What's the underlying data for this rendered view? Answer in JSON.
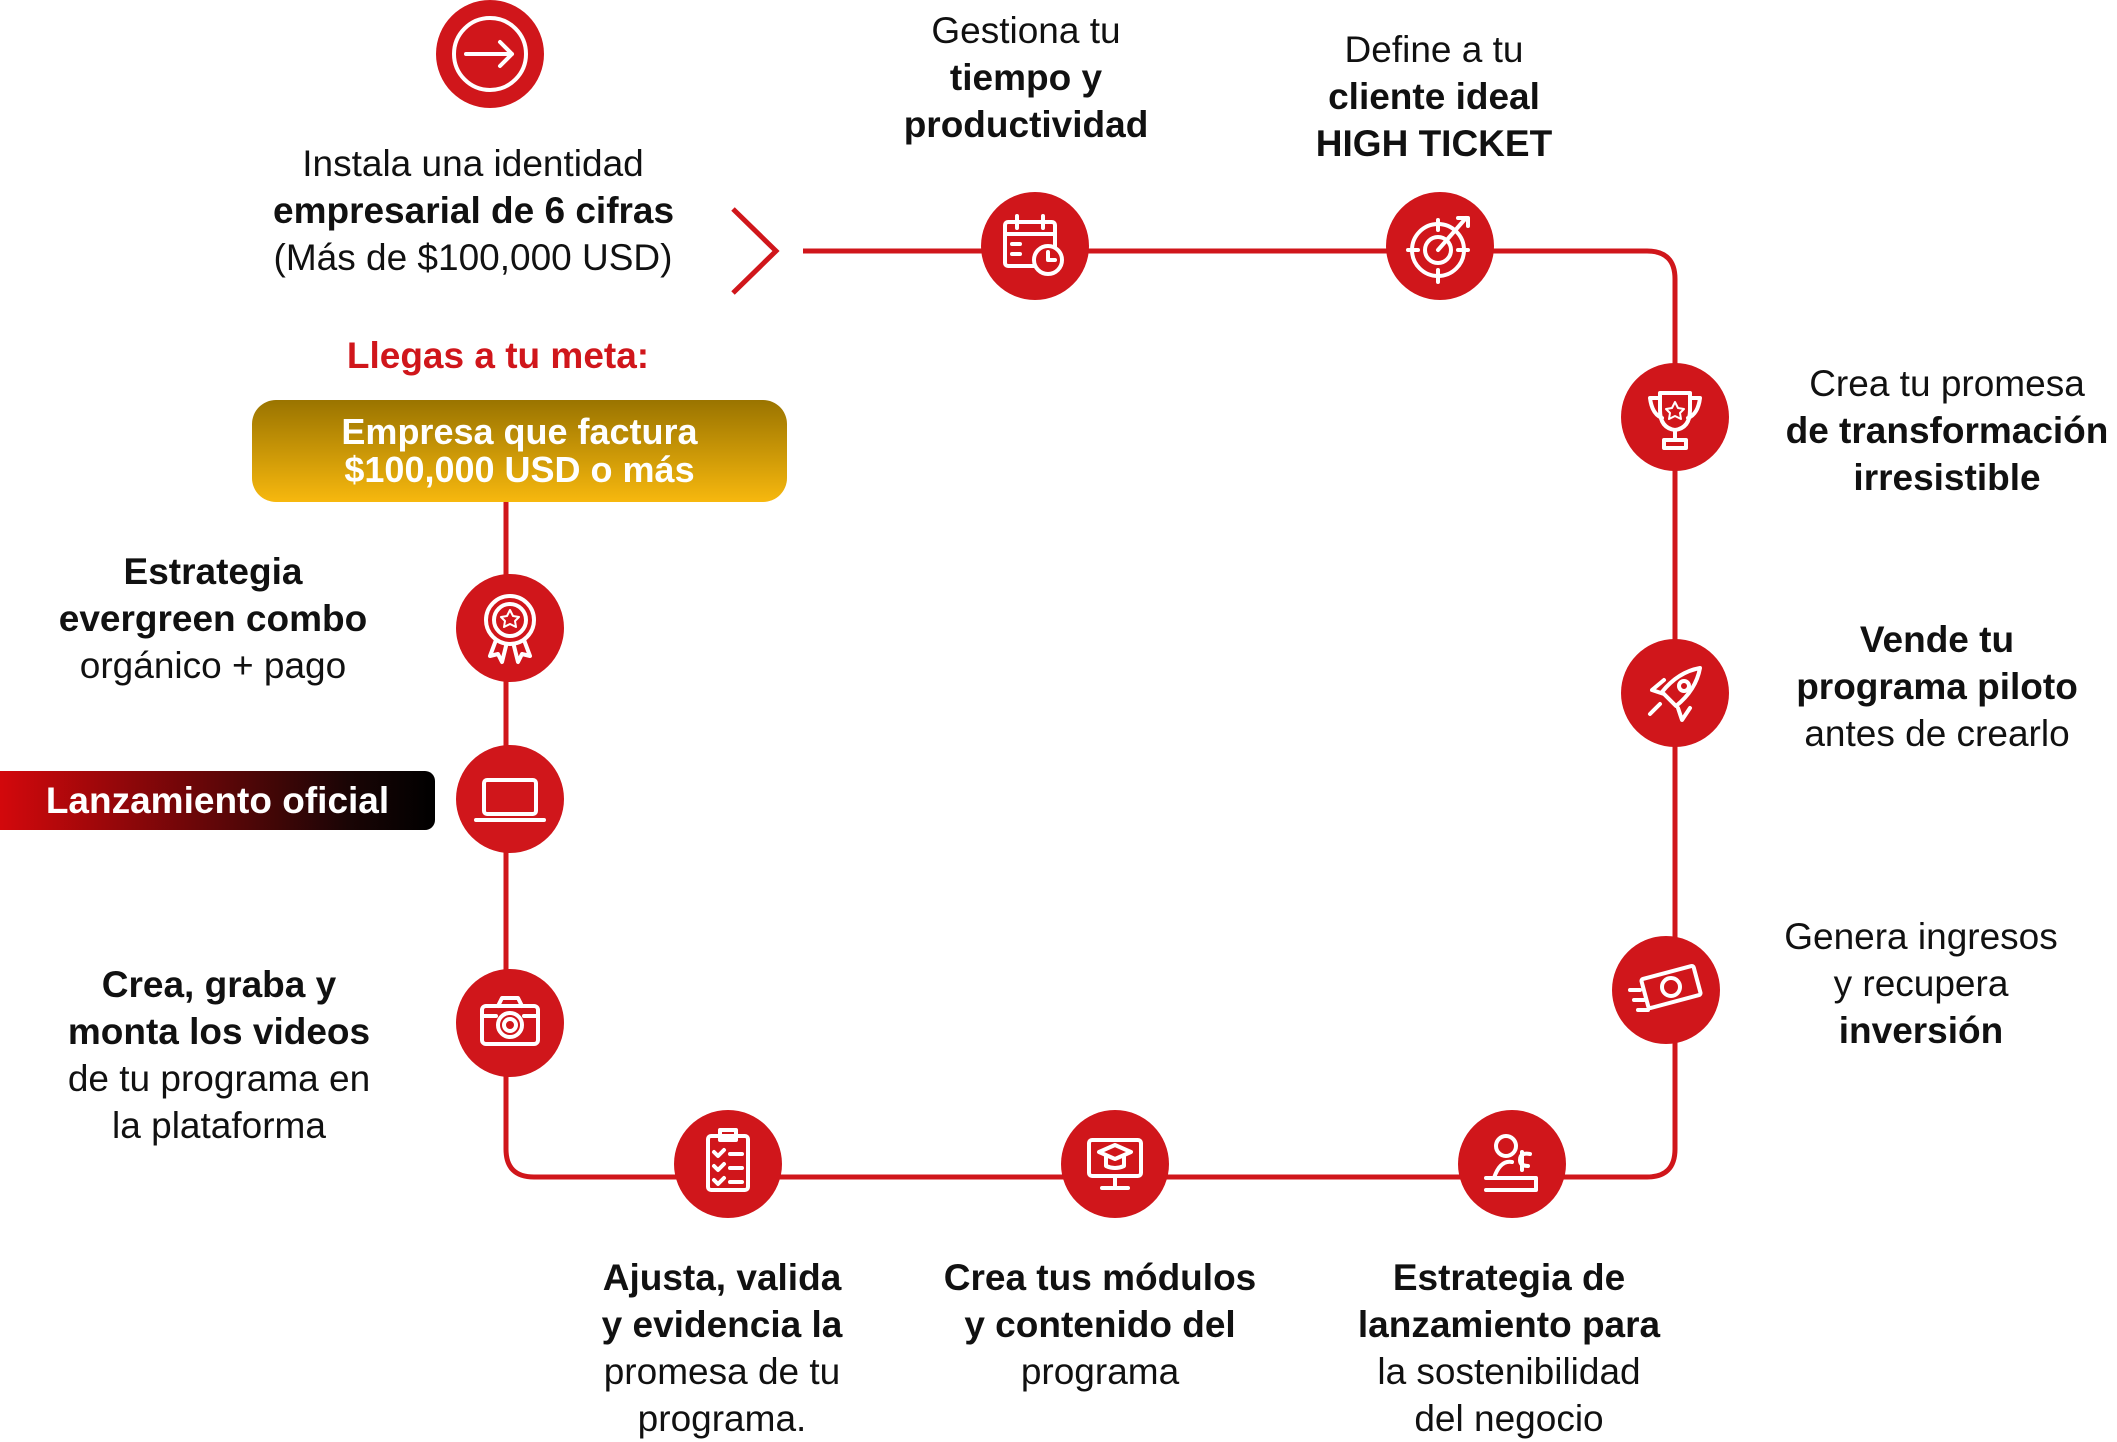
{
  "colors": {
    "accent": "#d0161b",
    "gold_top": "#9a7400",
    "gold_bottom": "#f7b80e"
  },
  "start": {
    "icon": "arrow-right-icon",
    "lines": [
      "Instala una identidad",
      "empresarial de 6 cifras",
      "(Más de $100,000 USD)"
    ]
  },
  "goal": {
    "label": "Llegas a tu meta:",
    "box": [
      "Empresa que factura",
      "$100,000 USD o más"
    ]
  },
  "steps": [
    {
      "icon": "calendar-clock-icon",
      "lines": [
        "Gestiona tu",
        "tiempo y",
        "productividad"
      ]
    },
    {
      "icon": "target-arrow-icon",
      "lines": [
        "Define a tu",
        "cliente ideal",
        "HIGH TICKET"
      ]
    },
    {
      "icon": "trophy-icon",
      "lines": [
        "Crea tu promesa",
        "de transformación",
        "irresistible"
      ]
    },
    {
      "icon": "rocket-icon",
      "lines": [
        "Vende tu",
        "programa piloto",
        "antes de crearlo"
      ]
    },
    {
      "icon": "money-icon",
      "lines": [
        "Genera ingresos",
        "y recupera",
        "inversión"
      ]
    },
    {
      "icon": "hand-money-icon",
      "lines": [
        "Estrategia de",
        "lanzamiento para",
        "la sostenibilidad",
        "del negocio"
      ]
    },
    {
      "icon": "monitor-graduation-icon",
      "lines": [
        "Crea tus módulos",
        "y contenido del",
        "programa"
      ]
    },
    {
      "icon": "clipboard-check-icon",
      "lines": [
        "Ajusta, valida",
        "y evidencia la",
        "promesa de tu",
        "programa."
      ]
    },
    {
      "icon": "camera-icon",
      "lines": [
        "Crea, graba y",
        "monta los videos",
        "de tu programa en",
        "la plataforma"
      ]
    },
    {
      "icon": "laptop-icon",
      "label": "Lanzamiento oficial"
    },
    {
      "icon": "award-badge-icon",
      "lines": [
        "Estrategia",
        "evergreen combo",
        "orgánico + pago"
      ]
    }
  ]
}
